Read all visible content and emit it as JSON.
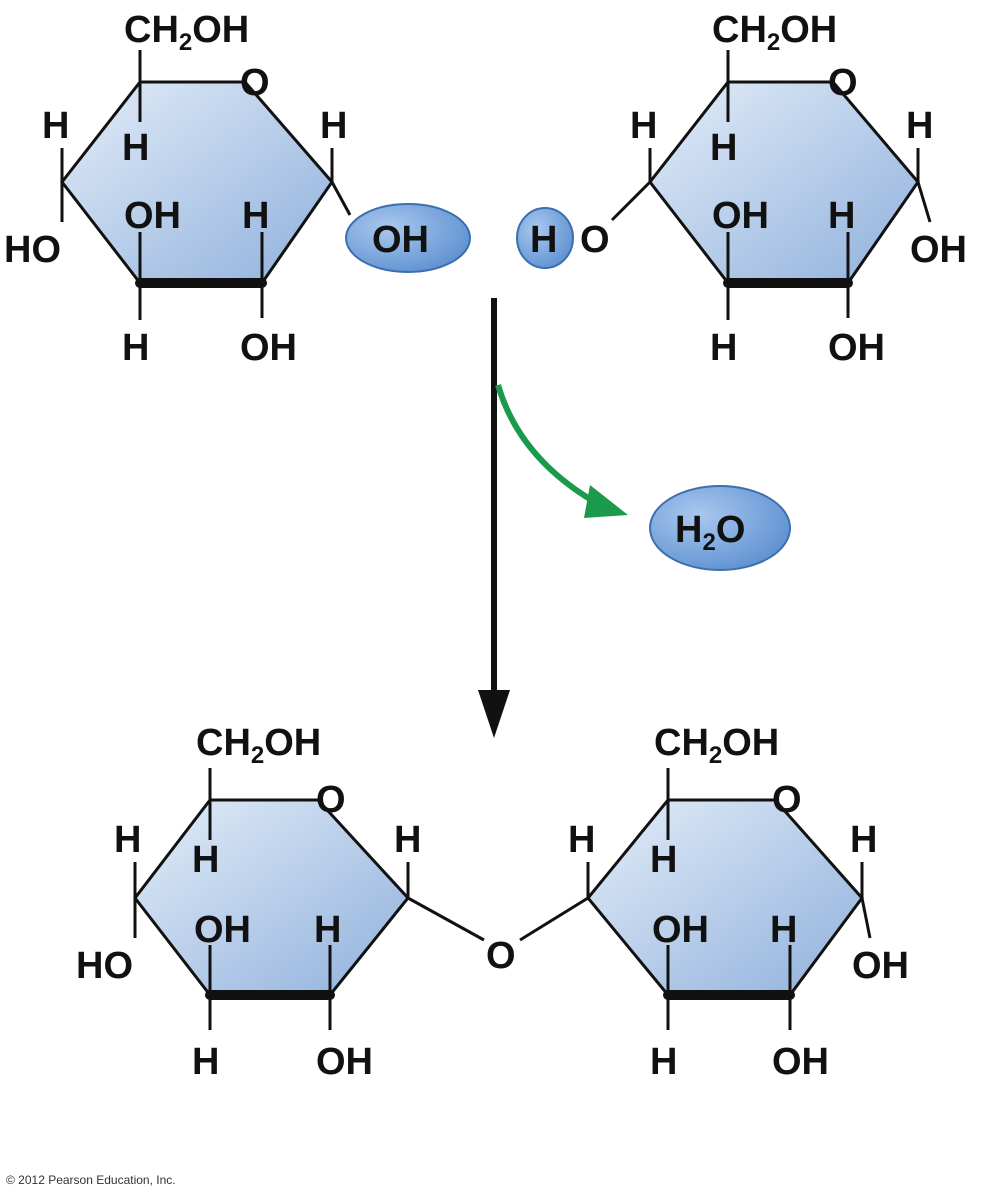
{
  "molecule_labels": {
    "ch2oh_prefix": "CH",
    "ch2oh_sub": "2",
    "ch2oh_suffix": "OH",
    "ring_oxygen": "O",
    "hydrogen": "H",
    "hydroxyl": "OH",
    "hydroxyl_left": "HO",
    "bridge_oxygen": "O"
  },
  "reaction": {
    "removed_oh": "OH",
    "removed_h": "H",
    "water_prefix": "H",
    "water_sub": "2",
    "water_suffix": "O"
  },
  "colors": {
    "ring_fill_light": "#dce8f6",
    "ring_fill_dark": "#8fb0dc",
    "bubble_fill": "#6f9fd8",
    "arrow_main": "#111111",
    "arrow_water": "#1a9a4a"
  },
  "credit": "© 2012 Pearson Education, Inc."
}
